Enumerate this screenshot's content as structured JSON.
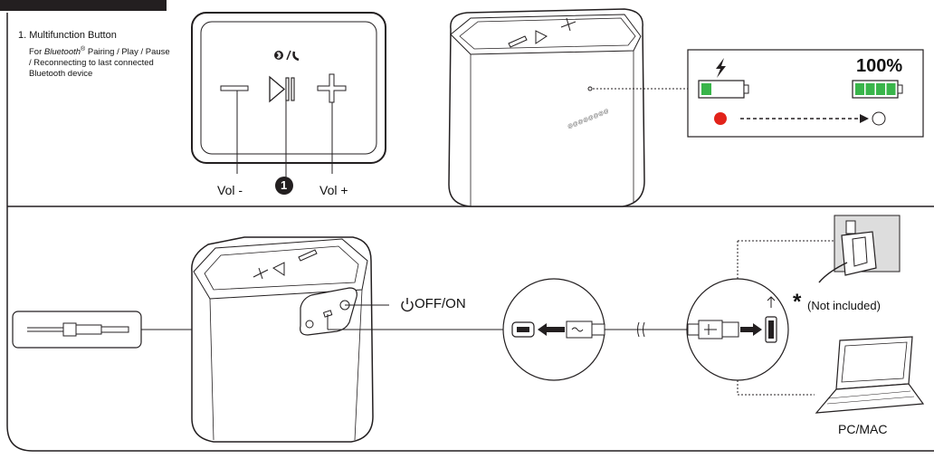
{
  "legend": {
    "item1_title": "1. Multifunction Button",
    "item1_desc_prefix": "For ",
    "item1_desc_brand": "Bluetooth",
    "item1_desc_reg": "®",
    "item1_desc_rest": " Pairing / Play / Pause / Reconnecting to last connected Bluetooth device"
  },
  "top_panel": {
    "vol_minus": "Vol -",
    "vol_plus": "Vol +",
    "callout_number": "1"
  },
  "charge_panel": {
    "full_label": "100%"
  },
  "back_panel": {
    "power_label": "OFF/ON",
    "not_included": "(Not included)",
    "asterisk": "*",
    "pc_label": "PC/MAC"
  },
  "colors": {
    "battery_low": "#39b54a",
    "battery_full": "#39b54a",
    "led_red": "#e2231a",
    "ink": "#231f20"
  }
}
